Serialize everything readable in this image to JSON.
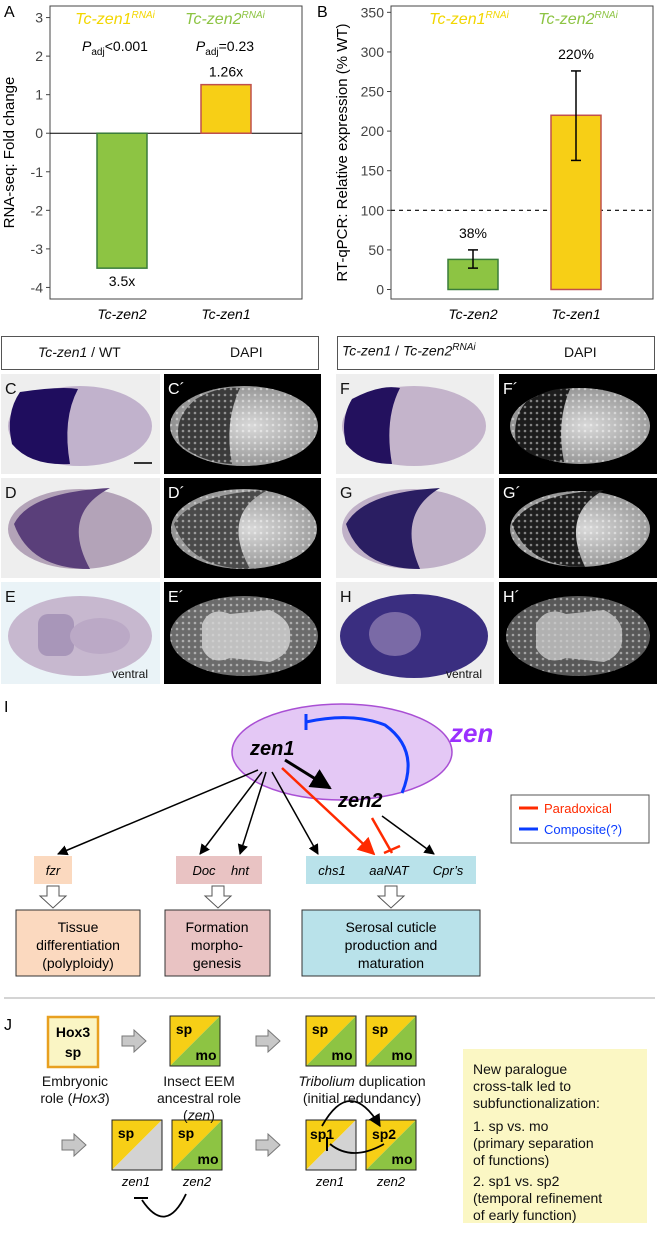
{
  "colors": {
    "green": "#8dc443",
    "green_border": "#3a7d3a",
    "yellow": "#f7cf16",
    "yellow_border": "#c0504d",
    "green_label": "#8dc443",
    "yellow_label": "#f2d600",
    "zen_purple": "#9b30ff",
    "ellipse_fill": "#e4c8f5",
    "ellipse_stroke": "#a94fd4",
    "red": "#ff2a00",
    "blue": "#0a3cff",
    "fzr_fill": "#fbd9bf",
    "doc_fill": "#e9c3c3",
    "chs_fill": "#b9e2ea",
    "note_fill": "#fbf7c4"
  },
  "chart_data": [
    {
      "panel": "A",
      "type": "bar",
      "ylabel": "RNA-seq: Fold change",
      "categories": [
        "Tc-zen2",
        "Tc-zen1"
      ],
      "values": [
        -3.5,
        1.26
      ],
      "value_labels": [
        "3.5x",
        "1.26x"
      ],
      "group_labels": [
        "Tc-zen1",
        "Tc-zen2"
      ],
      "group_label_superscript": "RNAi",
      "padj_labels": [
        "<0.001",
        "=0.23"
      ],
      "padj_prefix": "P",
      "padj_sub": "adj",
      "ylim": [
        -4.3,
        3.3
      ],
      "yticks": [
        -4,
        -3,
        -2,
        -1,
        0,
        1,
        2,
        3
      ],
      "ytick_labels": [
        "-4",
        "-3",
        "-2",
        "-1",
        "0",
        "1",
        "2",
        "3"
      ]
    },
    {
      "panel": "B",
      "type": "bar",
      "ylabel": "RT-qPCR: Relative expression (% WT)",
      "categories": [
        "Tc-zen2",
        "Tc-zen1"
      ],
      "values": [
        38,
        220
      ],
      "errors": [
        [
          27,
          50
        ],
        [
          163,
          276
        ]
      ],
      "value_labels": [
        "38%",
        "220%"
      ],
      "group_labels": [
        "Tc-zen1",
        "Tc-zen2"
      ],
      "group_label_superscript": "RNAi",
      "reference_line": 100,
      "ylim": [
        -12,
        358
      ],
      "yticks": [
        0,
        50,
        100,
        150,
        200,
        250,
        300,
        350
      ],
      "ytick_labels": [
        "0",
        "50",
        "100",
        "150",
        "200",
        "250",
        "300",
        "350"
      ]
    }
  ],
  "panels": {
    "A": "A",
    "B": "B",
    "I": "I",
    "J": "J"
  },
  "micrographs": {
    "header_left": {
      "gene": "Tc-zen1",
      "rest": " / WT",
      "dapi": "DAPI"
    },
    "header_right": {
      "gene": "Tc-zen1",
      "mid": " / ",
      "gene2": "Tc-zen2",
      "sup": "RNAi",
      "dapi": "DAPI"
    },
    "rows": [
      {
        "left": "C",
        "left_dapi": "C´",
        "right": "F",
        "right_dapi": "F´"
      },
      {
        "left": "D",
        "left_dapi": "D´",
        "right": "G",
        "right_dapi": "G´"
      },
      {
        "left": "E",
        "left_dapi": "E´",
        "right": "H",
        "right_dapi": "H´"
      }
    ],
    "ventral_label": "ventral"
  },
  "network": {
    "zen1": "zen1",
    "zen2": "zen2",
    "zen": "zen",
    "targets": {
      "fzr": "fzr",
      "doc": "Doc",
      "hnt": "hnt",
      "chs1": "chs1",
      "aanat": "aaNAT",
      "cprs": "Cpr’s"
    },
    "outcomes": {
      "tissue": [
        "Tissue",
        "differentiation",
        "(polyploidy)"
      ],
      "formation": [
        "Formation",
        "morpho-",
        "genesis"
      ],
      "serosal": [
        "Serosal cuticle",
        "production and",
        "maturation"
      ]
    },
    "legend": {
      "paradoxical": "Paradoxical",
      "composite": "Composite(?)"
    }
  },
  "evolution": {
    "hox3_box": [
      "Hox3",
      "sp"
    ],
    "sp": "sp",
    "mo": "mo",
    "sp1": "sp1",
    "sp2": "sp2",
    "cap_embryonic": [
      "Embryonic",
      "role (",
      "Hox3",
      ")"
    ],
    "cap_insect": [
      "Insect EEM",
      "ancestral role (",
      "zen",
      ")"
    ],
    "cap_tribolium": [
      "Tribolium",
      " duplication",
      "(initial redundancy)"
    ],
    "zen1": "zen1",
    "zen2": "zen2",
    "note": [
      "New paralogue",
      "cross-talk led to",
      "subfunctionalization:",
      "1. sp vs. mo",
      "(primary separation",
      "of functions)",
      "2. sp1 vs. sp2",
      "(temporal refinement",
      "of early function)"
    ]
  }
}
